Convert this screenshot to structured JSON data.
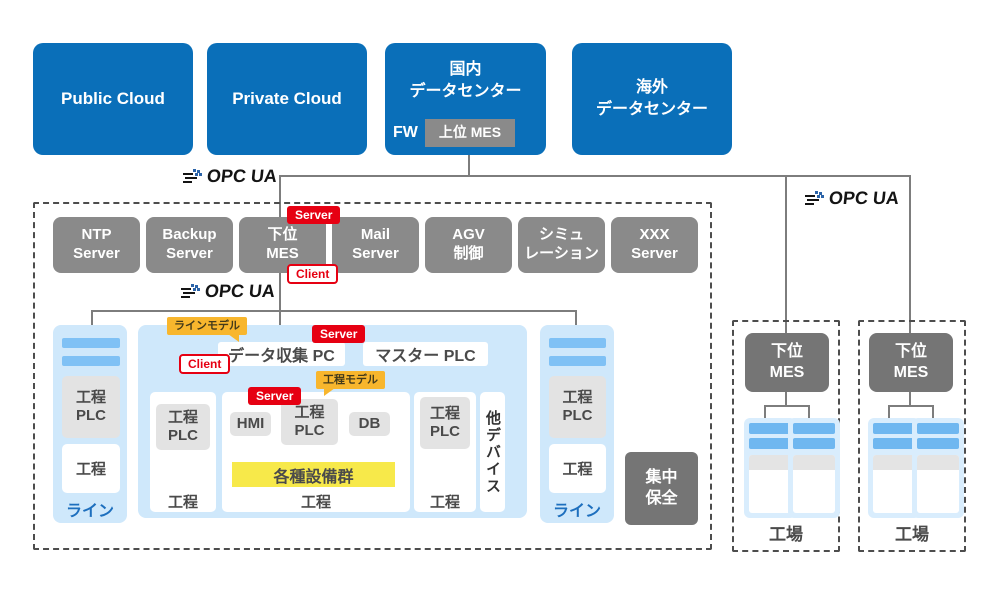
{
  "top_row": {
    "public_cloud": "Public Cloud",
    "private_cloud": "Private Cloud",
    "domestic_dc": {
      "line1": "国内",
      "line2": "データセンター",
      "fw": "FW",
      "upper_mes": "上位 MES"
    },
    "overseas_dc": {
      "line1": "海外",
      "line2": "データセンター"
    }
  },
  "opcua": {
    "label": "OPC UA"
  },
  "badges": {
    "server": "Server",
    "client": "Client"
  },
  "tags": {
    "line_model": "ラインモデル",
    "process_model": "工程モデル"
  },
  "server_row": [
    {
      "line1": "NTP",
      "line2": "Server"
    },
    {
      "line1": "Backup",
      "line2": "Server"
    },
    {
      "line1": "下位",
      "line2": "MES"
    },
    {
      "line1": "Mail",
      "line2": "Server"
    },
    {
      "line1": "AGV",
      "line2": "制御"
    },
    {
      "line1": "シミュ",
      "line2": "レーション"
    },
    {
      "line1": "XXX",
      "line2": "Server"
    }
  ],
  "center": {
    "data_pc": "データ収集 PC",
    "master_plc": "マスター PLC",
    "plc_l1": "工程",
    "plc_l2": "PLC",
    "hmi": "HMI",
    "db": "DB",
    "equipment": "各種設備群",
    "process": "工程",
    "other_devices": "他デバイス",
    "line_label": "ライン"
  },
  "right": {
    "maintenance_l1": "集中",
    "maintenance_l2": "保全",
    "lower_mes_l1": "下位",
    "lower_mes_l2": "MES",
    "factory": "工場"
  },
  "colors": {
    "blue_box": "#0a6fb9",
    "gray_box": "#8a8a8a",
    "dark_gray_box": "#757575",
    "panel_blue": "#cfe8fb",
    "stripe_blue": "#7fc1f5",
    "badge_red": "#e60012",
    "tag_orange": "#f8b62d",
    "equipment_yellow": "#f7e94a",
    "connector_gray": "#7d7d7d",
    "line_text_blue": "#1d6fbe"
  }
}
